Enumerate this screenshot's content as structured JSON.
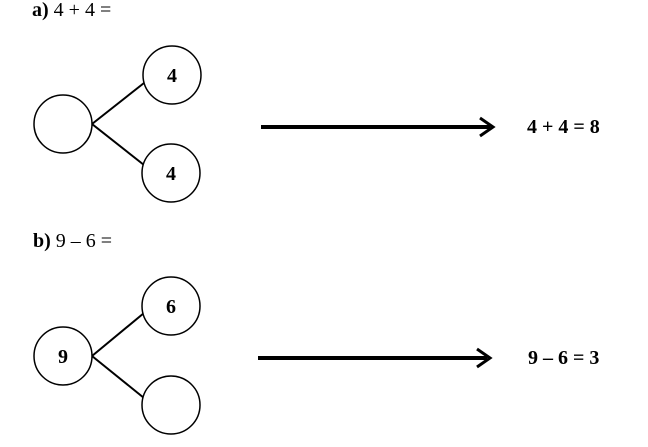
{
  "problems": [
    {
      "letter": "a)",
      "expression": "4 + 4 =",
      "whole": "",
      "part_top": "4",
      "part_bottom": "4",
      "result": "4 + 4 = 8"
    },
    {
      "letter": "b)",
      "expression": "9 – 6 =",
      "whole": "9",
      "part_top": "6",
      "part_bottom": "",
      "result": "9 – 6 = 3"
    }
  ]
}
